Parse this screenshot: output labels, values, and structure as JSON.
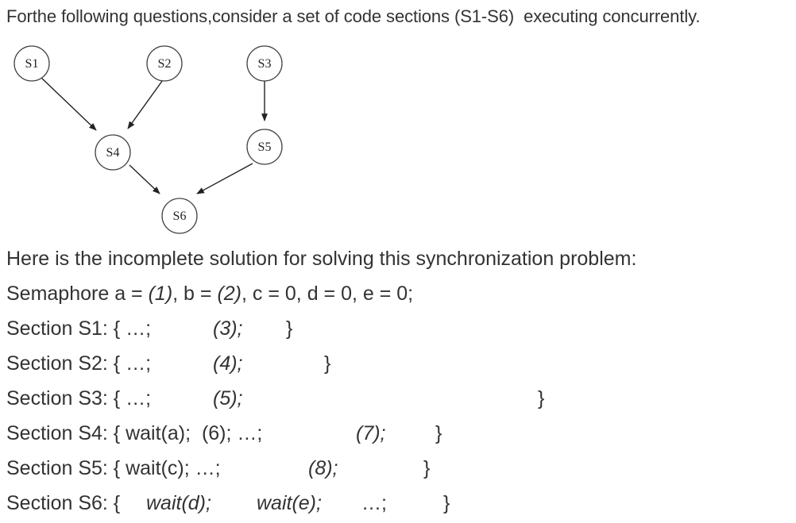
{
  "header": "Forthe following questions,consider a set of code sections (S1-S6)  executing concurrently.",
  "diagram": {
    "nodes": [
      "S1",
      "S2",
      "S3",
      "S4",
      "S5",
      "S6"
    ]
  },
  "intro": "Here is the incomplete solution for solving this synchronization problem:",
  "semaphore": {
    "prefix": "Semaphore a = ",
    "a_blank": "(1)",
    "mid1": ", b = ",
    "b_blank": "(2)",
    "rest": ", c = 0, d = 0, e = 0;"
  },
  "sections": {
    "s1": {
      "label": "Section S1: { …;",
      "blank": "(3);",
      "close": "}"
    },
    "s2": {
      "label": "Section S2: { …;",
      "blank": "(4);",
      "close": "}"
    },
    "s3": {
      "label": "Section S3: { …;",
      "blank": "(5);",
      "close": "}"
    },
    "s4": {
      "label": "Section S4: { wait(a);  (6); …;",
      "blank": "(7);",
      "close": "}"
    },
    "s5": {
      "label": "Section S5: { wait(c); …;",
      "blank": "(8);",
      "close": "}"
    },
    "s6": {
      "label": "Section S6: { ",
      "w1": "wait(d);",
      "w2": "wait(e);",
      "dots": "…;",
      "close": "}"
    }
  }
}
